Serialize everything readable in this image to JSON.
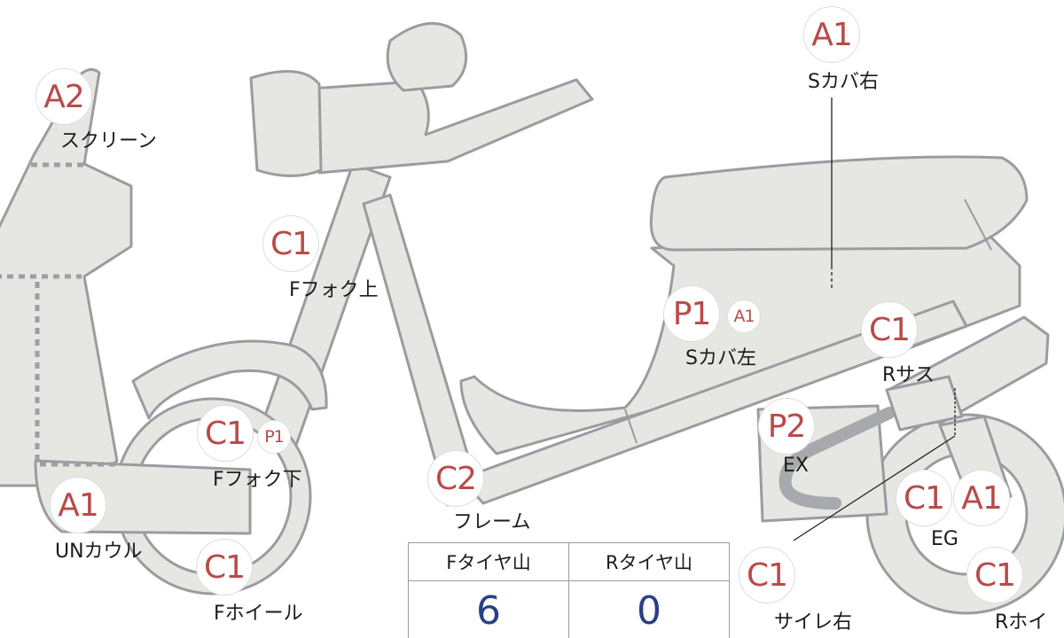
{
  "badges": [
    {
      "code": "A2",
      "label": "スクリーン"
    },
    {
      "code": "C1",
      "label": "Fフォク上"
    },
    {
      "code": "A1",
      "label": "Sカバ右"
    },
    {
      "code": "P1",
      "label": "Sカバ左"
    },
    {
      "code": "A1"
    },
    {
      "code": "C1",
      "label": "Rサス"
    },
    {
      "code": "P2",
      "label": "EX"
    },
    {
      "code": "C1",
      "label": "Fフォク下"
    },
    {
      "code": "P1"
    },
    {
      "code": "C2",
      "label": "フレーム"
    },
    {
      "code": "A1",
      "label": "UNカウル"
    },
    {
      "code": "C1",
      "label": "Fホイール"
    },
    {
      "code": "C1",
      "label": "EG"
    },
    {
      "code": "A1"
    },
    {
      "code": "C1",
      "label": "サイレ右"
    },
    {
      "code": "C1",
      "label": "Rホイ"
    }
  ],
  "tire_table": {
    "headers": [
      "Fタイヤ山",
      "Rタイヤ山"
    ],
    "values": [
      "6",
      "0"
    ]
  },
  "colors": {
    "part_fill": "#e6e6e3",
    "outline": "#9a9ca0",
    "badge_text": "#b94a48",
    "value_text": "#2b3f86"
  }
}
